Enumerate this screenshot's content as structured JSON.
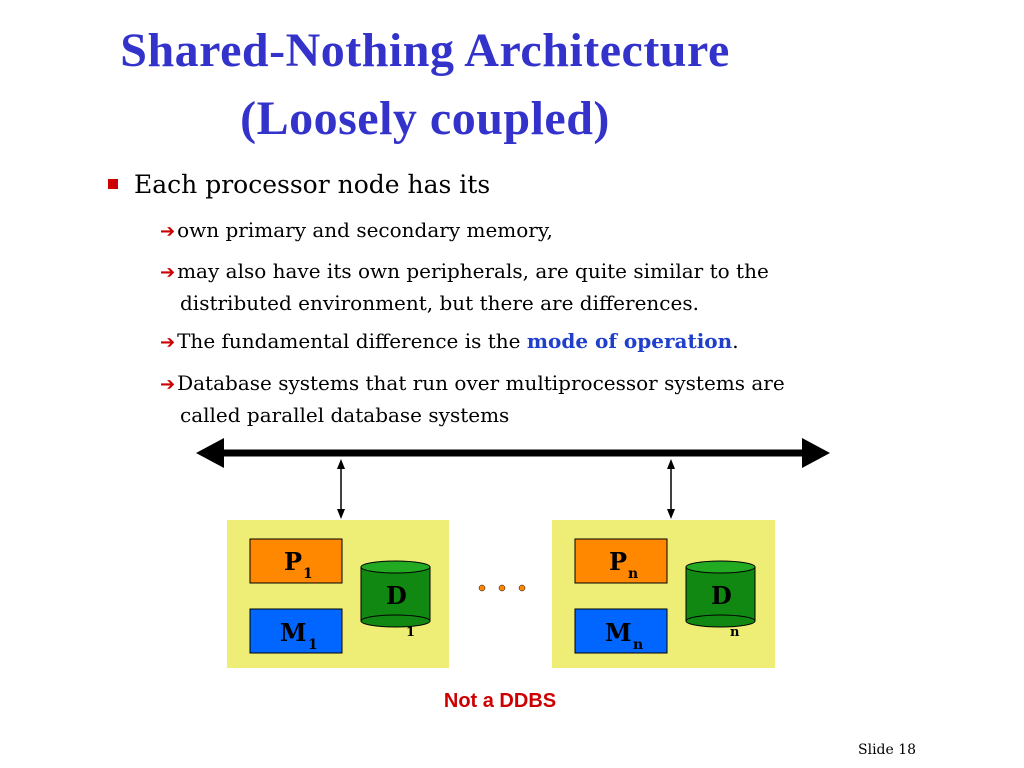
{
  "slide": {
    "title_line_1": "Shared-Nothing Architecture",
    "title_line_2": "(Loosely coupled)",
    "bullet": "Each processor node has its",
    "sub_bullets": [
      {
        "text": "own primary and secondary memory,"
      },
      {
        "line1": "may also have its own peripherals, are quite similar to the",
        "line2": "distributed environment, but there are differences."
      },
      {
        "prefix": "The fundamental difference is the ",
        "highlight": "mode of operation",
        "suffix": "."
      },
      {
        "line1": "Database systems that run over multiprocessor systems are",
        "line2": "called parallel database systems"
      }
    ],
    "nodes": [
      {
        "p_label": "P",
        "p_sub": "1",
        "m_label": "M",
        "m_sub": "1",
        "d_label": "D",
        "d_sub": "1"
      },
      {
        "p_label": "P",
        "p_sub": "n",
        "m_label": "M",
        "m_sub": "n",
        "d_label": "D",
        "d_sub": "n"
      }
    ],
    "caption": "Not a DDBS",
    "slide_number": "Slide 18"
  },
  "colors": {
    "title": "#3333cc",
    "bullet": "#cc0000",
    "highlight": "#1f3fcc",
    "node_background": "#eeee77",
    "processor": "#ff8800",
    "memory": "#0066ff",
    "disk": "#118811",
    "caption": "#cc0000",
    "ellipsis_dots": "#ff8800"
  },
  "icons": {
    "bullet": "red-square-bullet",
    "sub_bullet": "red-right-arrow",
    "disk": "cylinder-disk-icon"
  }
}
